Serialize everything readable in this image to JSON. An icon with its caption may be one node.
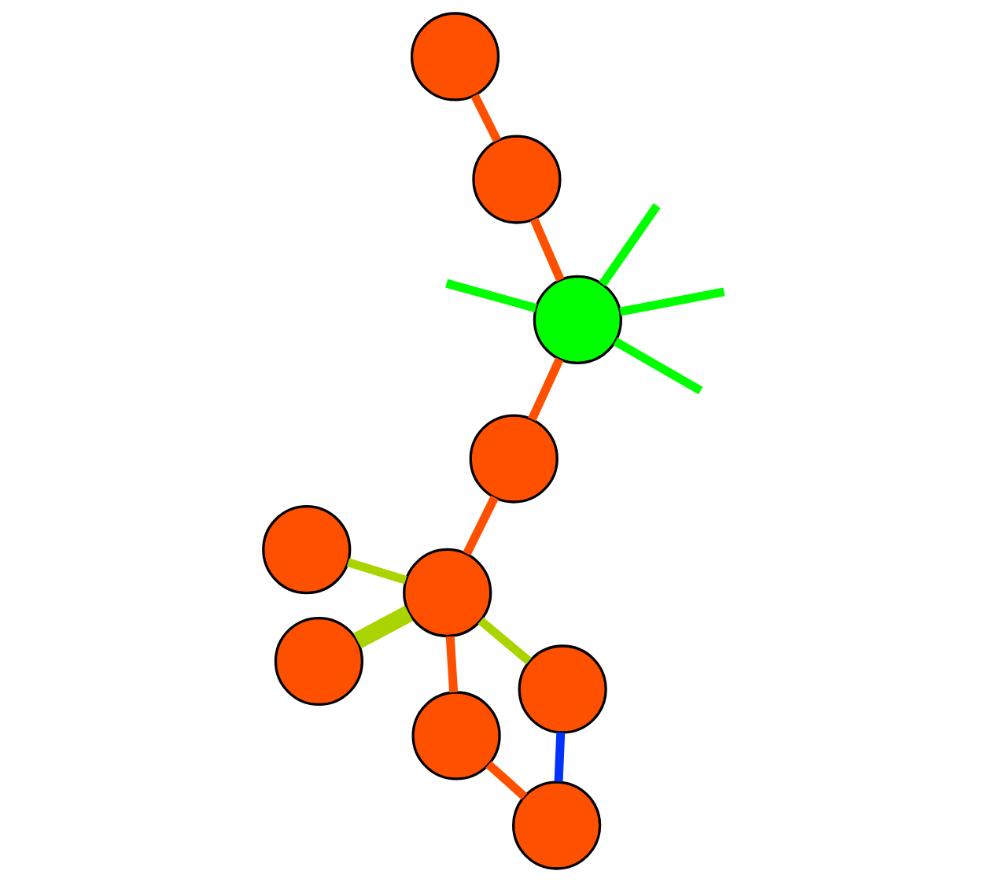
{
  "diagram": {
    "nodes": [
      {
        "text": [],
        "shape": "circle"
      },
      {
        "text": [],
        "shape": "circle"
      },
      {
        "text": [],
        "shape": "circle"
      },
      {
        "text": [],
        "shape": "circle"
      },
      {
        "text": [],
        "shape": "circle"
      },
      {
        "text": [],
        "shape": "circle"
      },
      {
        "text": [],
        "shape": "circle"
      },
      {
        "text": [],
        "shape": "circle"
      },
      {
        "text": [],
        "shape": "circle"
      },
      {
        "text": [],
        "shape": "circle"
      }
    ],
    "edges": [
      {
        "from": 0,
        "to": 6,
        "arrow": "none",
        "style": "thick",
        "color": "#aad400"
      },
      {
        "from": 3,
        "to": 6,
        "arrow": "none",
        "color": "#aad400"
      },
      {
        "from": 6,
        "to": 7,
        "arrow": "none",
        "color": "#aad400"
      },
      {
        "from": 4,
        "to": 7,
        "arrow": "none",
        "color": "#0033ff"
      },
      {
        "from": 4,
        "to": 2,
        "arrow": "none"
      },
      {
        "from": 9,
        "to": 5,
        "arrow": "none"
      },
      {
        "from": 5,
        "to": 1,
        "arrow": "none"
      },
      {
        "from": 9,
        "to": 6,
        "arrow": "none"
      },
      {
        "from": 6,
        "to": 2,
        "arrow": "none"
      },
      {
        "from": 1,
        "to": 8,
        "arrow": "none"
      },
      {
        "from": 5,
        "to": null,
        "arrow": "none",
        "color": "#00ff00"
      },
      {
        "from": 5,
        "to": null,
        "arrow": "none",
        "color": "#00ff00"
      },
      {
        "from": 5,
        "to": null,
        "arrow": "none",
        "color": "#00ff00"
      },
      {
        "from": 5,
        "to": null,
        "arrow": "none",
        "color": "#00ff00"
      }
    ]
  }
}
